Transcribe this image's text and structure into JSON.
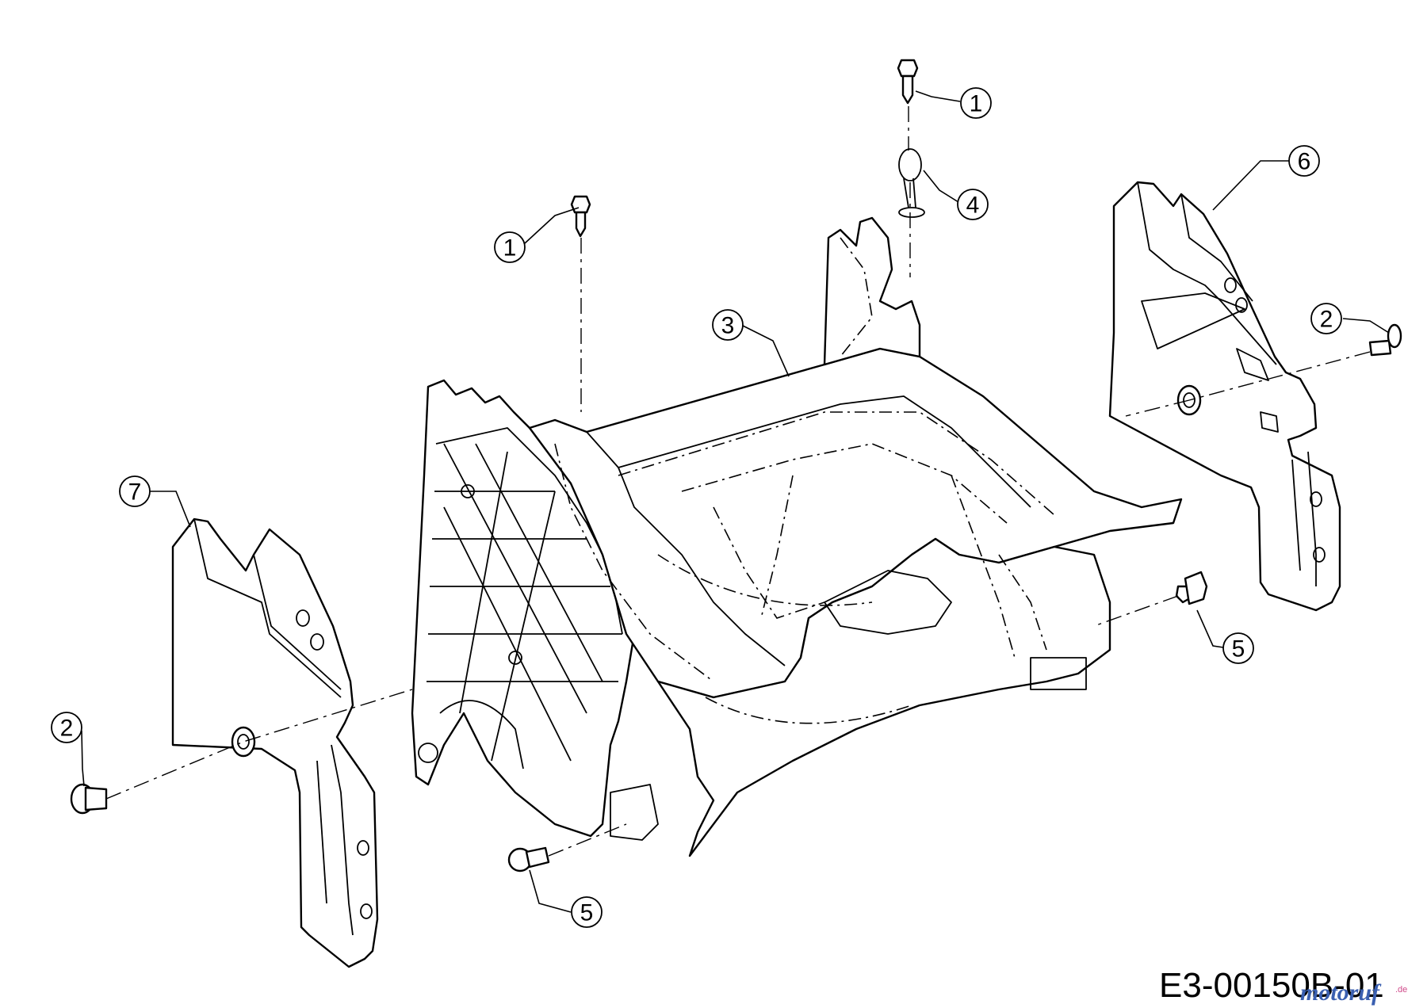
{
  "diagram": {
    "callouts": [
      {
        "id": "c1a",
        "label": "1"
      },
      {
        "id": "c1b",
        "label": "1"
      },
      {
        "id": "c2a",
        "label": "2"
      },
      {
        "id": "c2b",
        "label": "2"
      },
      {
        "id": "c3",
        "label": "3"
      },
      {
        "id": "c4",
        "label": "4"
      },
      {
        "id": "c5a",
        "label": "5"
      },
      {
        "id": "c5b",
        "label": "5"
      },
      {
        "id": "c6",
        "label": "6"
      },
      {
        "id": "c7",
        "label": "7"
      }
    ],
    "drawing_code": "E3-00150B-01",
    "watermark": "motoruf",
    "watermark_suffix": ".de",
    "colors": {
      "line": "#000000",
      "background": "#ffffff",
      "watermark_blue": "#3a5fb0",
      "watermark_pink": "#d04a8a"
    }
  }
}
